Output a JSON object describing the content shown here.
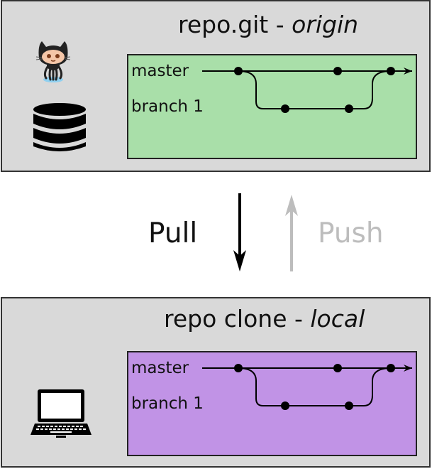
{
  "origin": {
    "title_main": "repo.git - ",
    "title_emph": "origin",
    "background": "#d9d9d9",
    "graph_color": "#a9dfa9",
    "branches": [
      {
        "label": "master"
      },
      {
        "label": "branch 1"
      }
    ],
    "icons": [
      "github-octocat-icon",
      "database-icon"
    ]
  },
  "local": {
    "title_main": "repo clone - ",
    "title_emph": "local",
    "background": "#d9d9d9",
    "graph_color": "#c193e6",
    "branches": [
      {
        "label": "master"
      },
      {
        "label": "branch 1"
      }
    ],
    "icons": [
      "laptop-icon"
    ]
  },
  "actions": {
    "pull": {
      "label": "Pull",
      "color": "#111111",
      "direction": "down"
    },
    "push": {
      "label": "Push",
      "color": "#bdbdbd",
      "direction": "up"
    }
  }
}
